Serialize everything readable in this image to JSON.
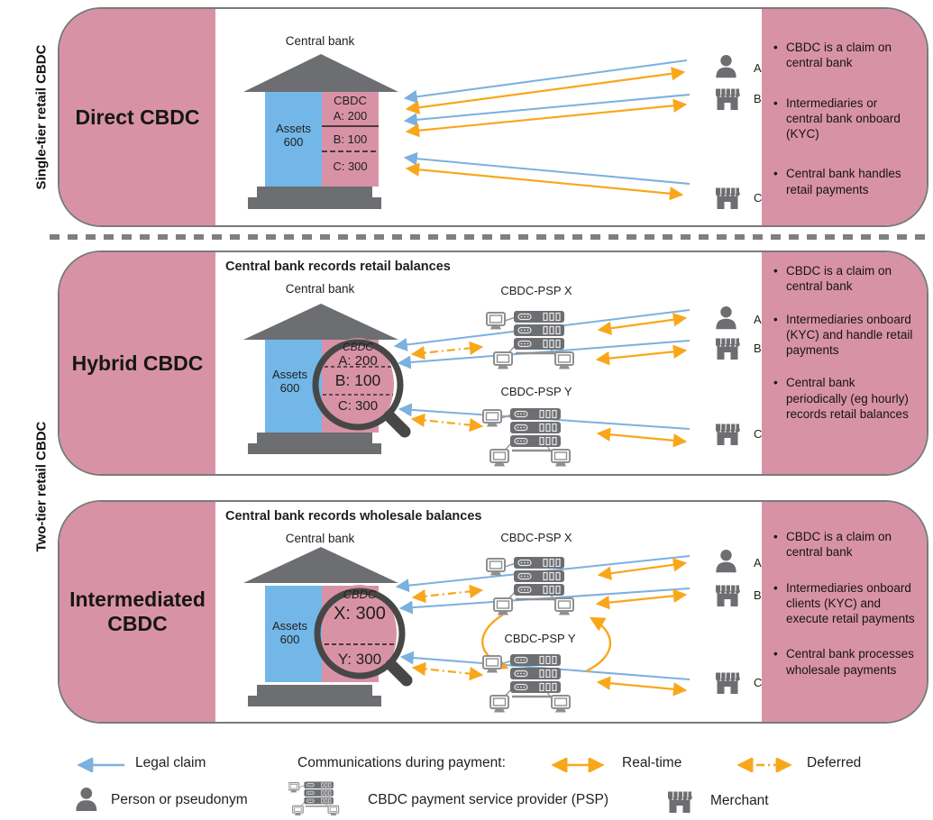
{
  "side_labels": {
    "single_tier": "Single-tier retail CBDC",
    "two_tier": "Two-tier retail CBDC"
  },
  "colors": {
    "pink": "#d892a6",
    "assets_blue": "#72b7e8",
    "legal_claim_blue": "#7cb0de",
    "payment_orange": "#f8a71b",
    "building_gray": "#6d6e71"
  },
  "panels": [
    {
      "name": "Direct CBDC",
      "bank": {
        "label": "Central bank",
        "assets_label": "Assets",
        "assets_value": "600",
        "ledger_title": "CBDC",
        "ledger_rows": [
          "A: 200",
          "B: 100",
          "C: 300"
        ]
      },
      "users": [
        {
          "id": "A",
          "type": "person"
        },
        {
          "id": "B",
          "type": "merchant"
        },
        {
          "id": "C",
          "type": "merchant"
        }
      ],
      "bullets": [
        "CBDC is a claim on central bank",
        "Intermediaries or central bank onboard (KYC)",
        "Central bank handles retail payments"
      ]
    },
    {
      "name": "Hybrid CBDC",
      "heading": "Central bank records retail balances",
      "bank": {
        "label": "Central bank",
        "assets_label": "Assets",
        "assets_value": "600",
        "ledger_title": "CBDC",
        "ledger_rows": [
          "A: 200",
          "B: 100",
          "C: 300"
        ]
      },
      "psps": [
        {
          "label": "CBDC-PSP X"
        },
        {
          "label": "CBDC-PSP Y"
        }
      ],
      "users": [
        {
          "id": "A",
          "type": "person"
        },
        {
          "id": "B",
          "type": "merchant"
        },
        {
          "id": "C",
          "type": "merchant"
        }
      ],
      "bullets": [
        "CBDC is a claim on central bank",
        "Intermediaries onboard (KYC) and handle retail payments",
        "Central bank periodically (eg hourly) records retail balances"
      ]
    },
    {
      "name": "Intermediated CBDC",
      "heading": "Central bank records wholesale balances",
      "bank": {
        "label": "Central bank",
        "assets_label": "Assets",
        "assets_value": "600",
        "ledger_title": "CBDC",
        "ledger_rows": [
          "X: 300",
          "Y: 300"
        ]
      },
      "psps": [
        {
          "label": "CBDC-PSP X"
        },
        {
          "label": "CBDC-PSP Y"
        }
      ],
      "users": [
        {
          "id": "A",
          "type": "person"
        },
        {
          "id": "B",
          "type": "merchant"
        },
        {
          "id": "C",
          "type": "merchant"
        }
      ],
      "bullets": [
        "CBDC is a claim on central bank",
        "Intermediaries onboard clients (KYC) and execute retail payments",
        "Central bank processes wholesale payments"
      ]
    }
  ],
  "legend": {
    "legal_claim": "Legal claim",
    "comms_title": "Communications during payment:",
    "real_time": "Real-time",
    "deferred": "Deferred",
    "person": "Person or pseudonym",
    "psp": "CBDC payment service provider (PSP)",
    "merchant": "Merchant"
  }
}
